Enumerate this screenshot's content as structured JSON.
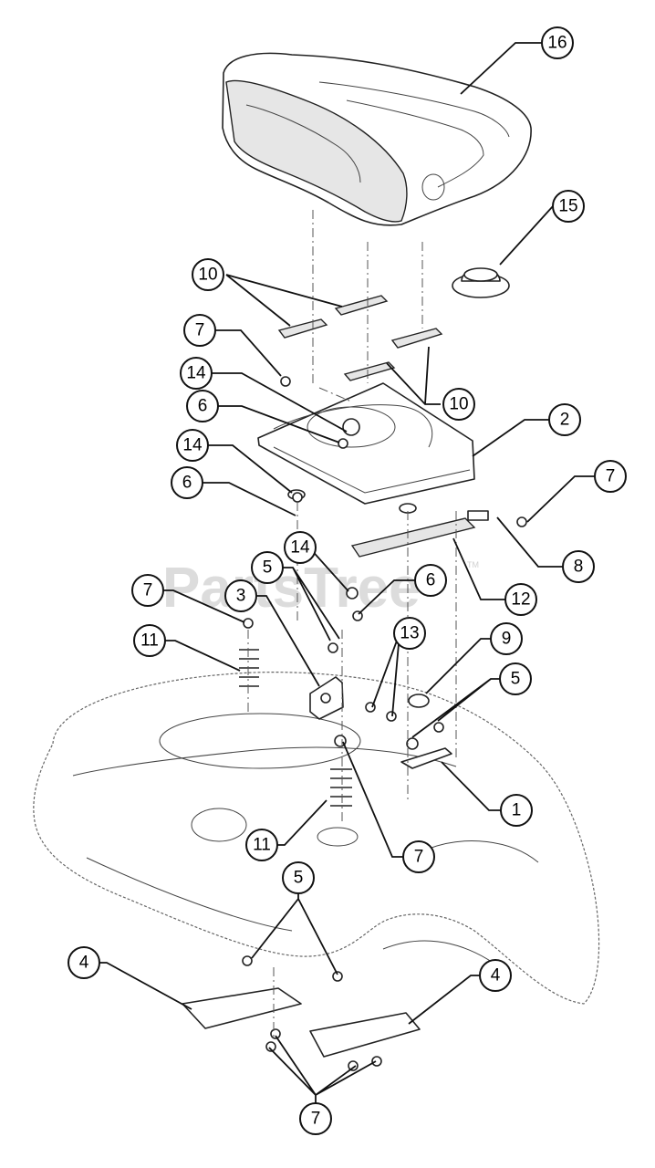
{
  "watermark": {
    "text": "PartsTree",
    "trademark": "TM"
  },
  "callouts": {
    "c16": "16",
    "c15": "15",
    "c10a": "10",
    "c10b": "10",
    "c7a": "7",
    "c14a": "14",
    "c6a": "6",
    "c14b": "14",
    "c6b": "6",
    "c2": "2",
    "c7b": "7",
    "c8": "8",
    "c12": "12",
    "c14c": "14",
    "c6c": "6",
    "c5a": "5",
    "c7c": "7",
    "c3": "3",
    "c11a": "11",
    "c13": "13",
    "c9": "9",
    "c5b": "5",
    "c1": "1",
    "c11b": "11",
    "c7d": "7",
    "c5c": "5",
    "c4a": "4",
    "c4b": "4",
    "c7e": "7"
  },
  "parts": {
    "seat": "seat-cushion",
    "seat_knob": "seat-adjust-knob",
    "seat_pan": "seat-pan",
    "slides": "slide-rails",
    "springs": "seat-springs",
    "pivot": "pivot-brackets",
    "plates": "mounting-plates",
    "fender": "fender-body"
  }
}
